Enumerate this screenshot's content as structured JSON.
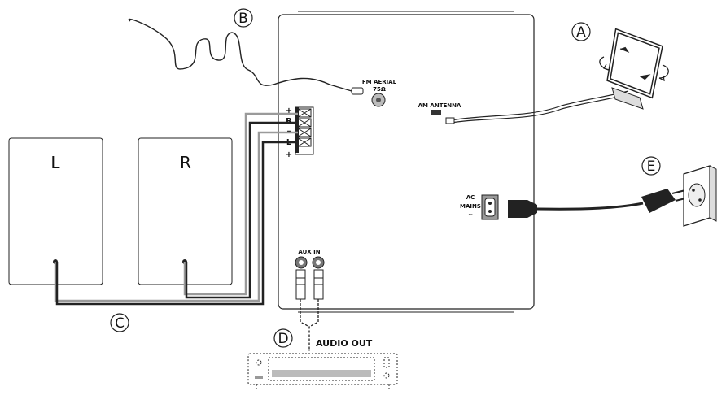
{
  "callouts": {
    "a": "A",
    "b": "B",
    "c": "C",
    "d": "D",
    "e": "E"
  },
  "speakers": {
    "left": "L",
    "right": "R"
  },
  "labels": {
    "fm_aerial": "FM AERIAL",
    "fm_ohm": "75Ω",
    "am_antenna": "AM ANTENNA",
    "ac": "AC",
    "mains": "MAINS",
    "mains_symbol": "~",
    "aux_in": "AUX IN",
    "audio_out": "AUDIO OUT"
  },
  "terminals": {
    "plus_top": "+",
    "r": "R",
    "minus": "–",
    "l": "L",
    "plus_bottom": "+"
  },
  "colors": {
    "line": "#222222",
    "panel_fill": "#ffffff",
    "wire_gray": "#9a9a9a",
    "jack_gray": "#777777"
  }
}
